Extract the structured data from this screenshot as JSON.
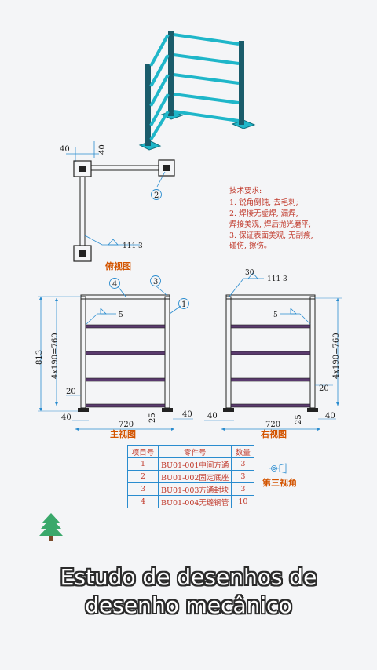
{
  "views": {
    "top_view_label": "俯视图",
    "front_view_label": "主视图",
    "right_view_label": "右视图",
    "third_angle_label": "第三视角"
  },
  "dimensions": {
    "top_40_h": "40",
    "top_40_v": "40",
    "front_height": "813",
    "front_spacing": "4x190=760",
    "front_width": "720",
    "front_bottom": "40",
    "front_right": "40",
    "front_gap": "20",
    "front_plate": "25",
    "right_width": "720",
    "right_bottom": "40",
    "right_right": "40",
    "right_spacing": "4x190=760",
    "right_plate": "25",
    "right_gap": "20"
  },
  "weld_symbols": {
    "weld_111_top": "111 3",
    "weld_111_right": "111 3",
    "fillet_5_front": "5",
    "fillet_5_right": "5",
    "weld_30": "30"
  },
  "balloons": [
    "1",
    "2",
    "3",
    "4"
  ],
  "tech_requirements": {
    "title": "技术要求:",
    "lines": [
      "1. 锐角倒钝, 去毛刺;",
      "2. 焊接无虚焊, 漏焊,",
      "焊接美观, 焊后抛光磨平;",
      "3. 保证表面美观, 无刮痕,",
      "碰伤, 擦伤。"
    ]
  },
  "bom": {
    "headers": [
      "项目号",
      "零件号",
      "数量"
    ],
    "rows": [
      {
        "item": "1",
        "part": "BU01-001中间方通",
        "qty": "3"
      },
      {
        "item": "2",
        "part": "BU01-002固定底座",
        "qty": "3"
      },
      {
        "item": "3",
        "part": "BU01-003方通封块",
        "qty": "3"
      },
      {
        "item": "4",
        "part": "BU01-004无缝钢管",
        "qty": "10"
      }
    ]
  },
  "caption": {
    "line1": "Estudo de desenhos de",
    "line2": "desenho mecânico"
  },
  "colors": {
    "cyan": "#1fb6c9",
    "dim_line": "#2a8ccf",
    "red_text": "#c0392b",
    "orange_label": "#d35400",
    "tree_green": "#3aa86b"
  }
}
